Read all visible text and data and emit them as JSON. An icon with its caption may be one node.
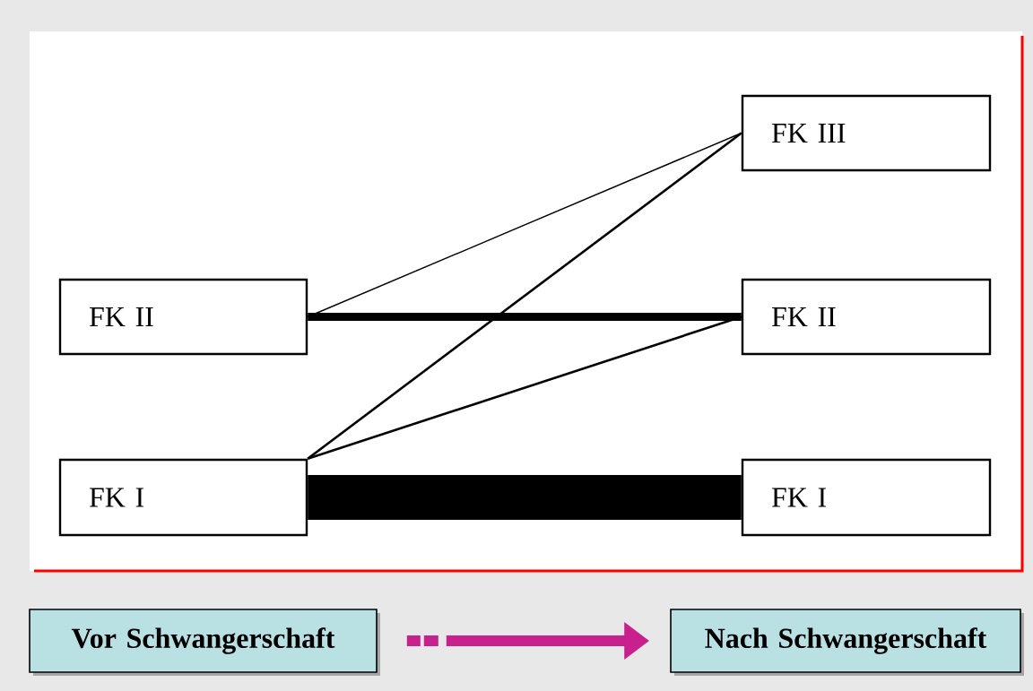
{
  "diagram": {
    "nodes": [
      {
        "text": [
          "FK II"
        ]
      },
      {
        "text": [
          "FK I"
        ]
      },
      {
        "text": [
          "FK III"
        ]
      },
      {
        "text": [
          "FK II"
        ]
      },
      {
        "text": [
          "FK I"
        ]
      },
      {
        "text": [
          "Vor Schwangerschaft"
        ]
      },
      {
        "text": [
          "Nach Schwangerschaft"
        ]
      }
    ],
    "edges": [
      {
        "from": 0,
        "to": 2,
        "arrow": "none"
      },
      {
        "from": 0,
        "to": 3,
        "arrow": "none",
        "style": "thick"
      },
      {
        "from": 1,
        "to": 2,
        "arrow": "none"
      },
      {
        "from": 1,
        "to": 3,
        "arrow": "none"
      },
      {
        "from": 1,
        "to": 4,
        "arrow": "none",
        "style": "thick"
      },
      {
        "from": 5,
        "to": 6,
        "arrow": "to",
        "style": "dashed",
        "color": "#c8208c"
      }
    ]
  }
}
